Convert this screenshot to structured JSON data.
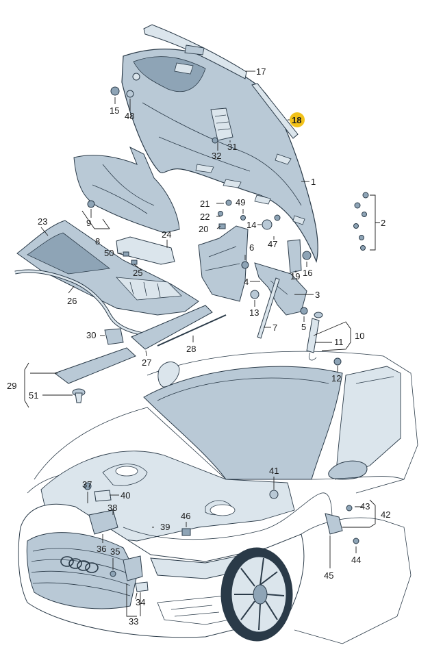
{
  "colors": {
    "part_fill": "#b9c9d6",
    "part_fill_dark": "#8ea4b6",
    "part_fill_light": "#dbe5ec",
    "outline": "#2a3a48",
    "highlight": "#f2c21a",
    "car_line": "#6f8192"
  },
  "callouts": [
    {
      "id": "1",
      "label": "1"
    },
    {
      "id": "2",
      "label": "2"
    },
    {
      "id": "3",
      "label": "3"
    },
    {
      "id": "4",
      "label": "4"
    },
    {
      "id": "5",
      "label": "5"
    },
    {
      "id": "6",
      "label": "6"
    },
    {
      "id": "7",
      "label": "7"
    },
    {
      "id": "8",
      "label": "8"
    },
    {
      "id": "9",
      "label": "9"
    },
    {
      "id": "10",
      "label": "10"
    },
    {
      "id": "11",
      "label": "11"
    },
    {
      "id": "12",
      "label": "12"
    },
    {
      "id": "13",
      "label": "13"
    },
    {
      "id": "14",
      "label": "14"
    },
    {
      "id": "15",
      "label": "15"
    },
    {
      "id": "16",
      "label": "16"
    },
    {
      "id": "17",
      "label": "17"
    },
    {
      "id": "18",
      "label": "18",
      "highlighted": true
    },
    {
      "id": "19",
      "label": "19"
    },
    {
      "id": "20",
      "label": "20"
    },
    {
      "id": "21",
      "label": "21"
    },
    {
      "id": "22",
      "label": "22"
    },
    {
      "id": "23",
      "label": "23"
    },
    {
      "id": "24",
      "label": "24"
    },
    {
      "id": "25",
      "label": "25"
    },
    {
      "id": "26",
      "label": "26"
    },
    {
      "id": "27",
      "label": "27"
    },
    {
      "id": "28",
      "label": "28"
    },
    {
      "id": "29",
      "label": "29"
    },
    {
      "id": "30",
      "label": "30"
    },
    {
      "id": "31",
      "label": "31"
    },
    {
      "id": "32",
      "label": "32"
    },
    {
      "id": "33",
      "label": "33"
    },
    {
      "id": "34",
      "label": "34"
    },
    {
      "id": "35",
      "label": "35"
    },
    {
      "id": "36",
      "label": "36"
    },
    {
      "id": "37",
      "label": "37"
    },
    {
      "id": "38",
      "label": "38"
    },
    {
      "id": "39",
      "label": "39"
    },
    {
      "id": "40",
      "label": "40"
    },
    {
      "id": "41",
      "label": "41"
    },
    {
      "id": "42",
      "label": "42"
    },
    {
      "id": "43",
      "label": "43"
    },
    {
      "id": "44",
      "label": "44"
    },
    {
      "id": "45",
      "label": "45"
    },
    {
      "id": "46",
      "label": "46"
    },
    {
      "id": "47",
      "label": "47"
    },
    {
      "id": "48",
      "label": "48"
    },
    {
      "id": "49",
      "label": "49"
    },
    {
      "id": "50",
      "label": "50"
    },
    {
      "id": "51",
      "label": "51"
    }
  ]
}
